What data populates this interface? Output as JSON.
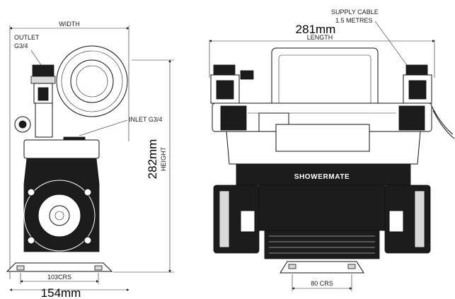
{
  "labels": {
    "width": "WIDTH",
    "outlet_line1": "OUTLET",
    "outlet_line2": "G3/4",
    "inlet": "INLET G3/4",
    "height_value": "282mm",
    "height_label": "HEIGHT",
    "crs_left": "103CRS",
    "width_value": "154mm",
    "supply_line1": "SUPPLY CABLE",
    "supply_line2": "1.5 METRES",
    "length_value": "281mm",
    "length_label": "LENGTH",
    "crs_right": "80 CRS",
    "brand": "SHOWERMATE"
  },
  "colors": {
    "line": "#111111",
    "body_dark": "#1c1c1c",
    "background": "#ffffff"
  }
}
